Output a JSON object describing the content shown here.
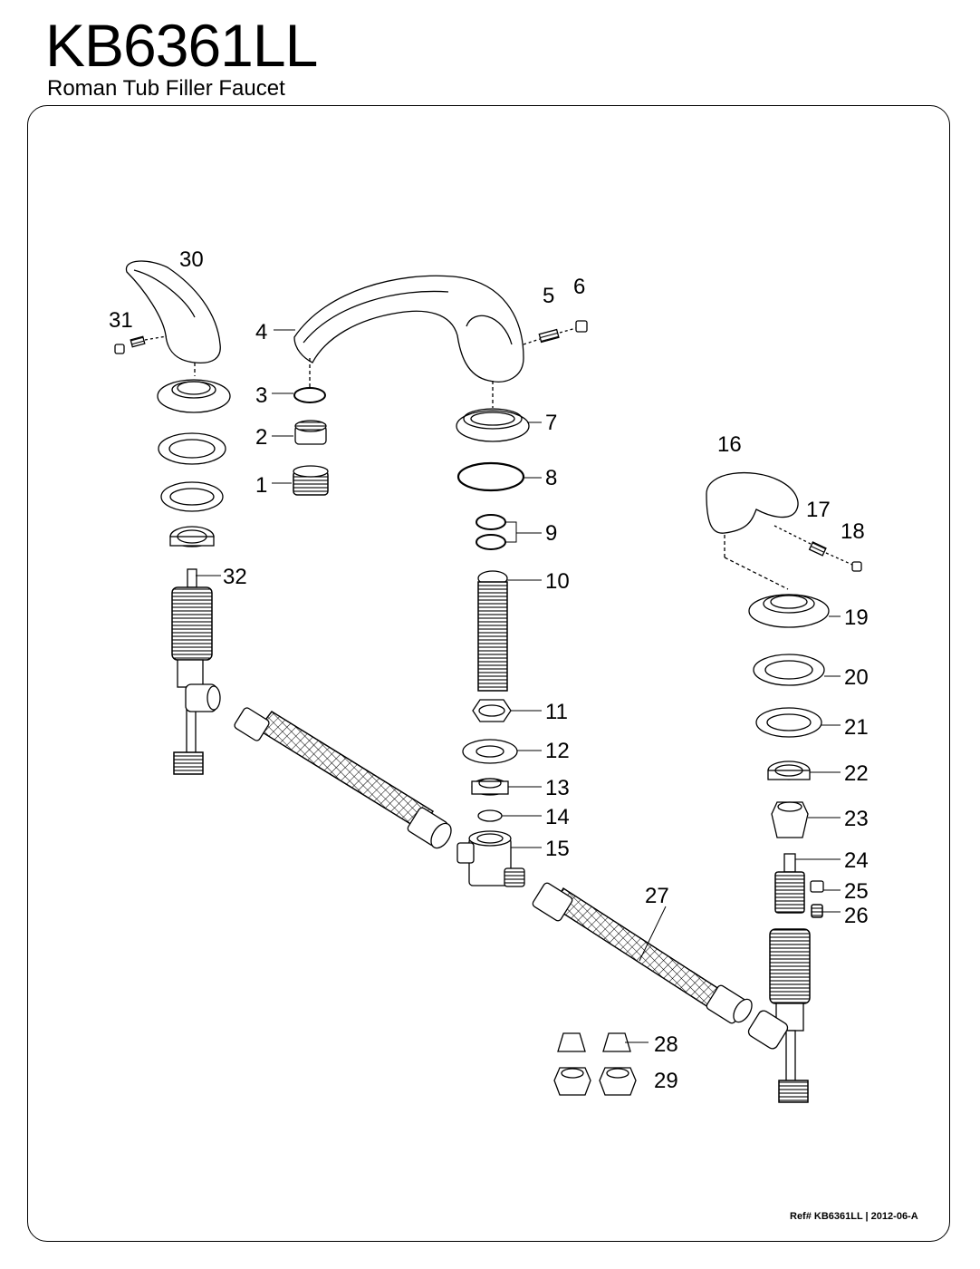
{
  "header": {
    "model": "KB6361LL",
    "subtitle": "Roman Tub Filler Faucet"
  },
  "parts": [
    {
      "id": "p1",
      "number": "1"
    },
    {
      "id": "p2",
      "number": "2"
    },
    {
      "id": "p3",
      "number": "3"
    },
    {
      "id": "p4",
      "number": "4"
    },
    {
      "id": "p5",
      "number": "5"
    },
    {
      "id": "p6",
      "number": "6"
    },
    {
      "id": "p7",
      "number": "7"
    },
    {
      "id": "p8",
      "number": "8"
    },
    {
      "id": "p9",
      "number": "9"
    },
    {
      "id": "p10",
      "number": "10"
    },
    {
      "id": "p11",
      "number": "11"
    },
    {
      "id": "p12",
      "number": "12"
    },
    {
      "id": "p13",
      "number": "13"
    },
    {
      "id": "p14",
      "number": "14"
    },
    {
      "id": "p15",
      "number": "15"
    },
    {
      "id": "p16",
      "number": "16"
    },
    {
      "id": "p17",
      "number": "17"
    },
    {
      "id": "p18",
      "number": "18"
    },
    {
      "id": "p19",
      "number": "19"
    },
    {
      "id": "p20",
      "number": "20"
    },
    {
      "id": "p21",
      "number": "21"
    },
    {
      "id": "p22",
      "number": "22"
    },
    {
      "id": "p23",
      "number": "23"
    },
    {
      "id": "p24",
      "number": "24"
    },
    {
      "id": "p25",
      "number": "25"
    },
    {
      "id": "p26",
      "number": "26"
    },
    {
      "id": "p27",
      "number": "27"
    },
    {
      "id": "p28",
      "number": "28"
    },
    {
      "id": "p29",
      "number": "29"
    },
    {
      "id": "p30",
      "number": "30"
    },
    {
      "id": "p31",
      "number": "31"
    },
    {
      "id": "p32",
      "number": "32"
    }
  ],
  "footer": {
    "reference": "Ref# KB6361LL | 2012-06-A"
  }
}
